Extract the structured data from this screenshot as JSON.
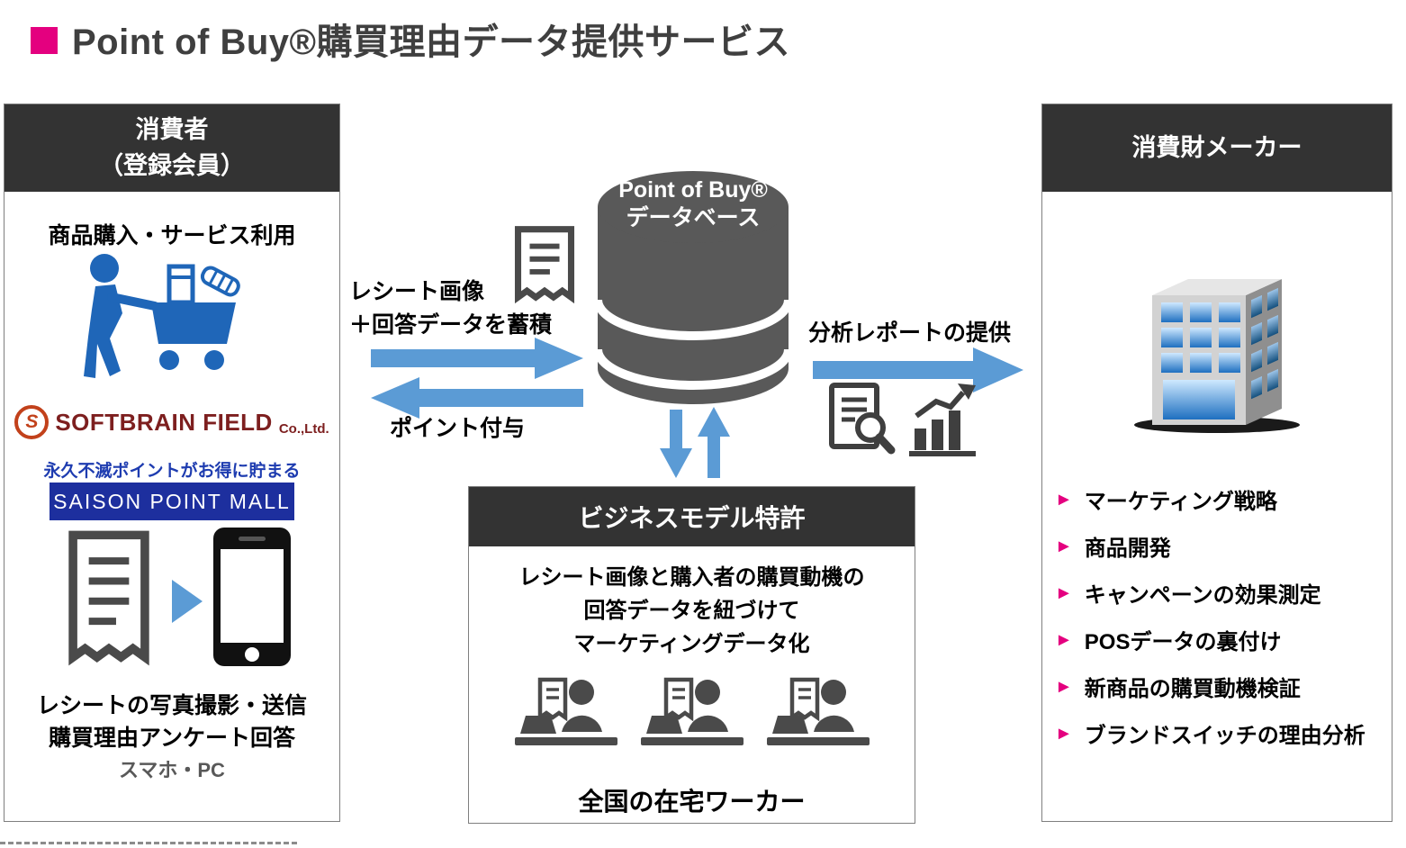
{
  "colors": {
    "accent_pink": "#e4007f",
    "header_bg": "#333333",
    "arrow_blue": "#5b9bd5",
    "db_gray": "#595959",
    "saison_blue": "#1d2f9e",
    "softbrain_red": "#7d1f1f",
    "person_blue": "#1f66b8"
  },
  "title": {
    "text": "Point of Buy®購買理由データ提供サービス"
  },
  "consumer_panel": {
    "header": [
      "消費者",
      "（登録会員）"
    ],
    "usage_title": "商品購入・サービス利用",
    "softbrain_mark": "S",
    "softbrain_name": "SOFTBRAIN FIELD",
    "softbrain_suffix": "Co.,Ltd.",
    "saison_caption": "永久不滅ポイントがお得に貯まる",
    "saison_banner": "SAISON POINT MALL",
    "actions": [
      "レシートの写真撮影・送信",
      "購買理由アンケート回答"
    ],
    "devices": "スマホ・PC"
  },
  "database": {
    "label_line1": "Point of Buy®",
    "label_line2": "データベース"
  },
  "flows": {
    "to_db_line1": "レシート画像",
    "to_db_line2": "＋回答データを蓄積",
    "to_consumer": "ポイント付与",
    "to_maker": "分析レポートの提供"
  },
  "patent_box": {
    "header": "ビジネスモデル特許",
    "description": [
      "レシート画像と購入者の購買動機の",
      "回答データを紐づけて",
      "マーケティングデータ化"
    ],
    "workers_caption": "全国の在宅ワーカー"
  },
  "maker_panel": {
    "header": "消費財メーカー",
    "bullet": "►",
    "items": [
      "マーケティング戦略",
      "商品開発",
      "キャンペーンの効果測定",
      "POSデータの裏付け",
      "新商品の購買動機検証",
      "ブランドスイッチの理由分析"
    ]
  }
}
